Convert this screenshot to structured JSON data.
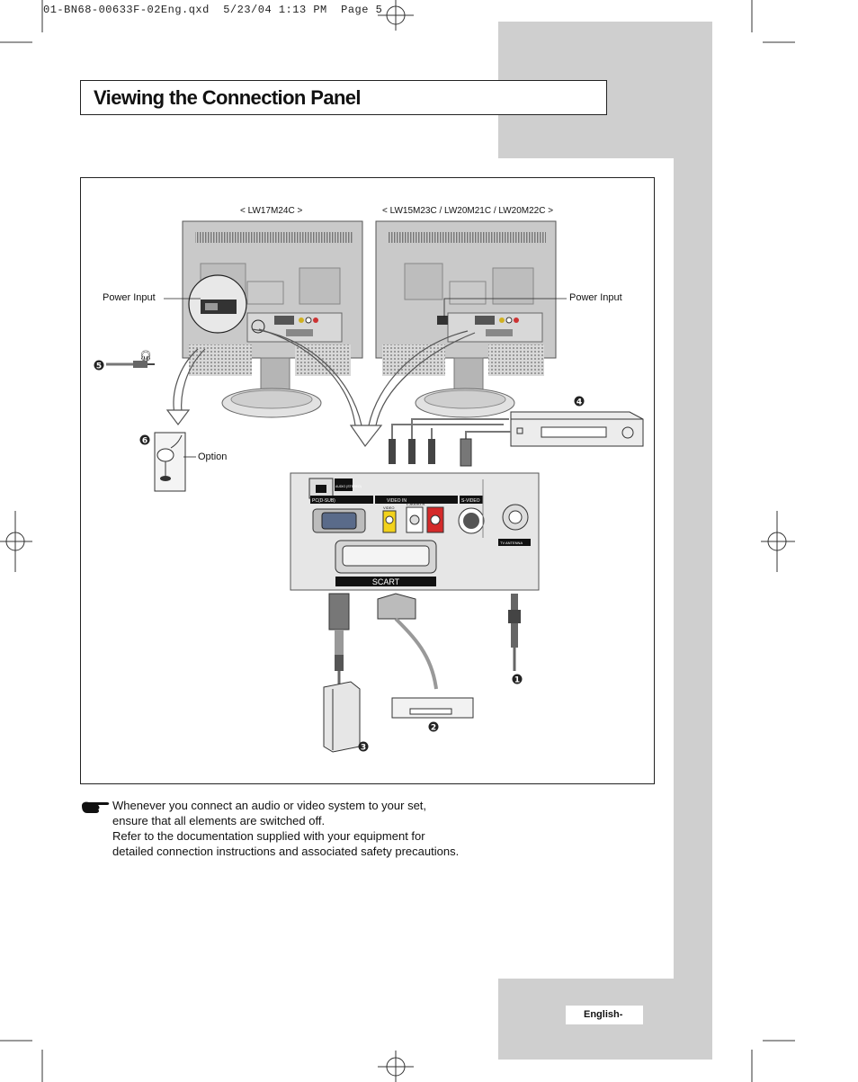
{
  "slug_line": "01-BN68-00633F-02Eng.qxd  5/23/04 1:13 PM  Page 5",
  "title": "Viewing the Connection Panel",
  "figure": {
    "model_left": "< LW17M24C >",
    "model_right": "< LW15M23C / LW20M21C / LW20M22C >",
    "power_input_left": "Power Input",
    "power_input_right": "Power Input",
    "option_label": "Option",
    "panel_labels": {
      "pc": "PC(D-SUB)",
      "video_in": "VIDEO IN",
      "s_video": "S-VIDEO",
      "video": "VIDEO",
      "audio": "L-AUDIO-R",
      "scart": "SCART",
      "tv_antenna": "TV ANTENNA",
      "audio_stereo": "AUDIO (STEREO)"
    },
    "badges": [
      "1",
      "2",
      "3",
      "4",
      "5",
      "6"
    ]
  },
  "note": {
    "icon": "pointing-hand-icon",
    "lines": [
      "Whenever you connect an audio or video system to your set,",
      "ensure that all elements are switched off.",
      "Refer to the documentation supplied with your equipment for",
      "detailed connection instructions and associated safety precautions."
    ]
  },
  "footer": {
    "language": "English-"
  },
  "colors": {
    "band_gray": "#cfcfcf",
    "ink": "#111111",
    "jack_yellow": "#f2d21b",
    "jack_red": "#d42a2a"
  }
}
